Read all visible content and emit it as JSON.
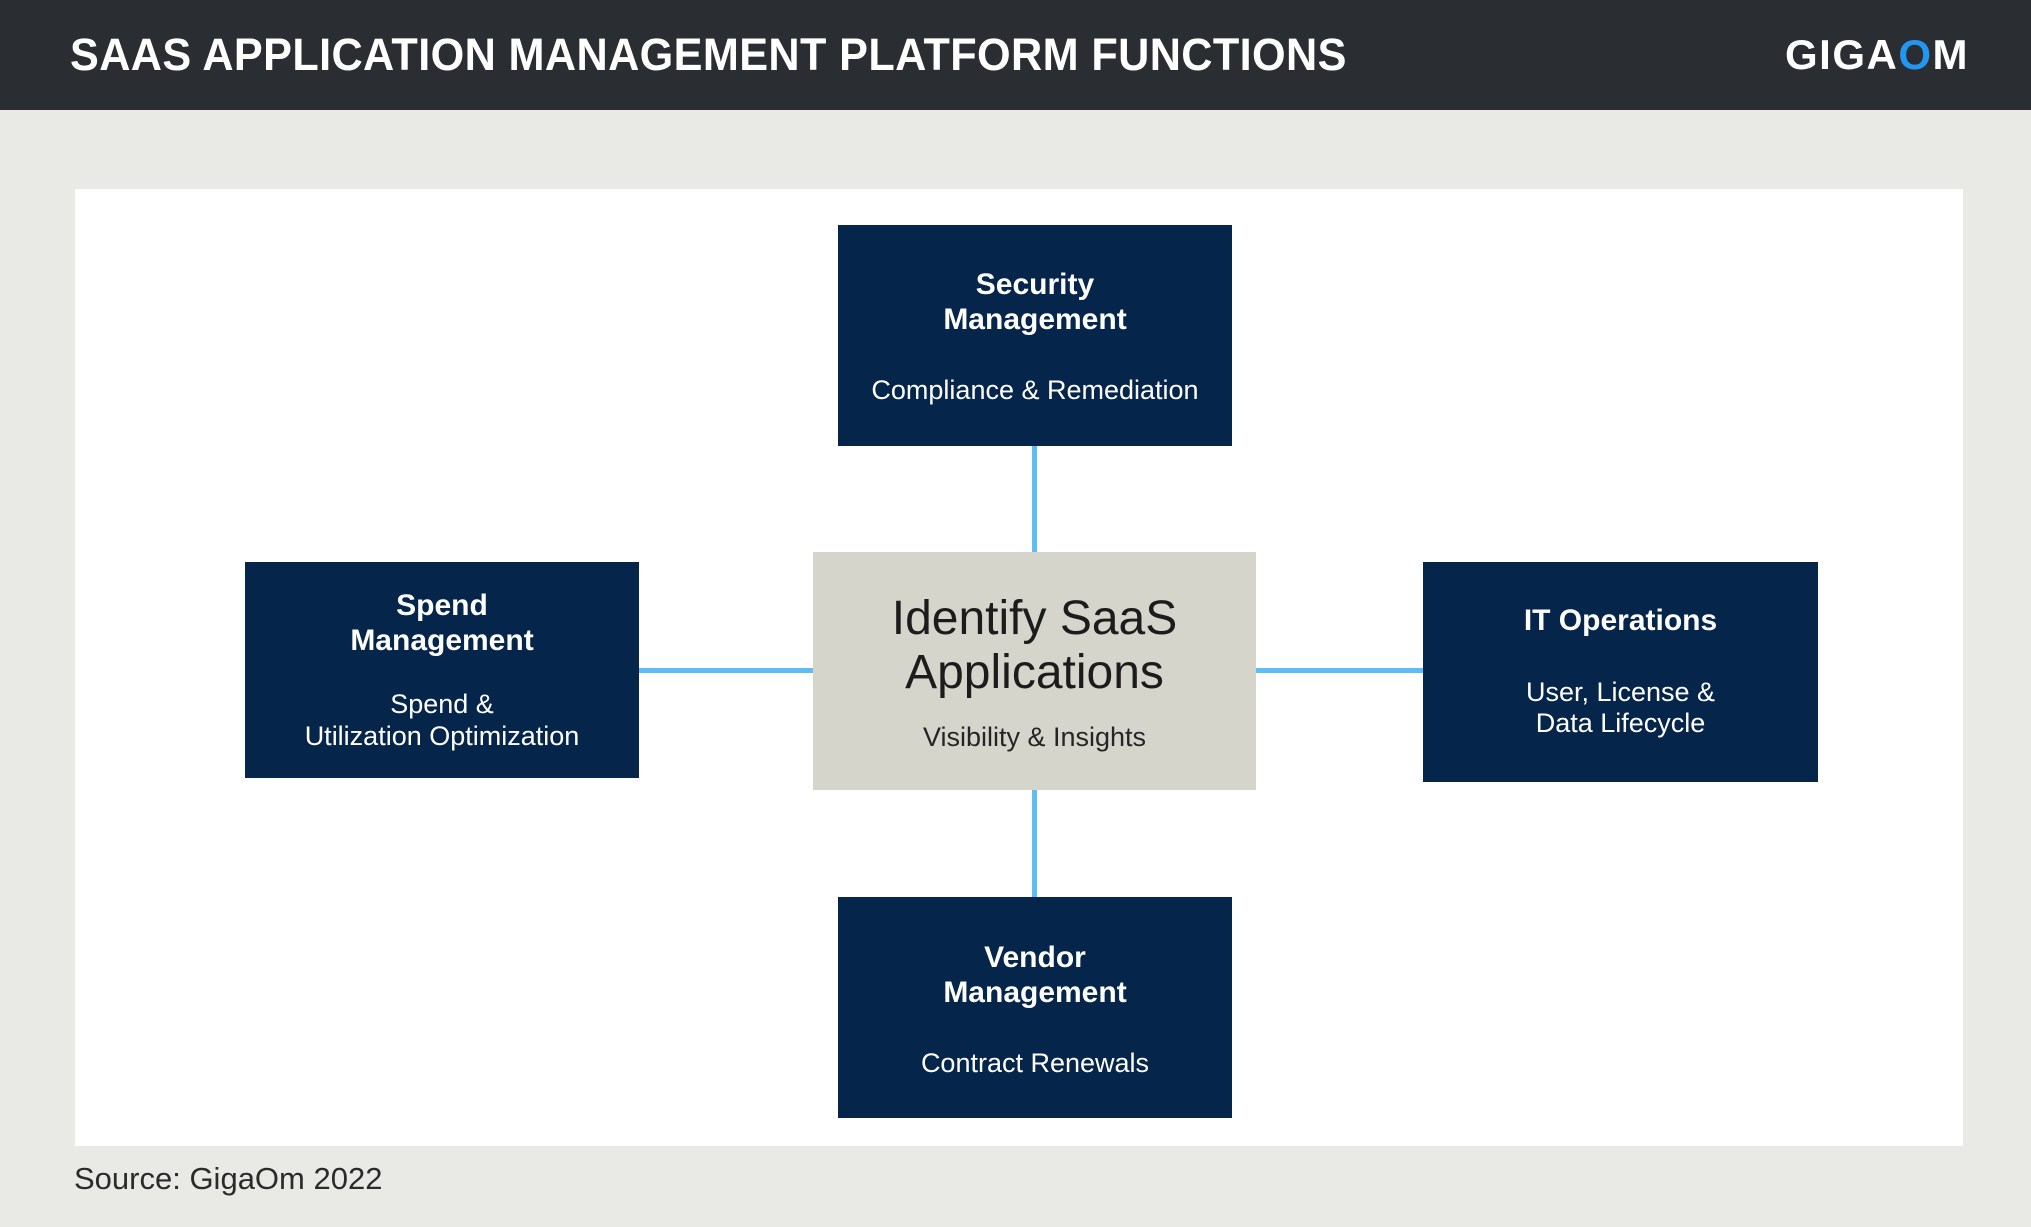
{
  "header": {
    "title": "SAAS APPLICATION MANAGEMENT PLATFORM FUNCTIONS",
    "logo": {
      "part1": "GIGA",
      "part2": "O",
      "part3": "M",
      "accent_color": "#2196f3"
    },
    "background_color": "#2a2d31"
  },
  "theme": {
    "page_background": "#e9eae5",
    "panel_background": "#ffffff",
    "node_navy": "#05254a",
    "node_center": "#d6d5cc",
    "connector_blue": "#5fbcf7",
    "node_text": "#ffffff",
    "center_text": "#1c1c1c"
  },
  "diagram": {
    "center": {
      "title": "Identify SaaS\nApplications",
      "subtitle": "Visibility & Insights"
    },
    "nodes": [
      {
        "id": "security-management",
        "position": "top",
        "title": "Security\nManagement",
        "subtitle": "Compliance & Remediation"
      },
      {
        "id": "spend-management",
        "position": "left",
        "title": "Spend\nManagement",
        "subtitle": "Spend &\nUtilization Optimization"
      },
      {
        "id": "it-operations",
        "position": "right",
        "title": "IT Operations",
        "subtitle": "User, License &\nData Lifecycle"
      },
      {
        "id": "vendor-management",
        "position": "bottom",
        "title": "Vendor\nManagement",
        "subtitle": "Contract Renewals"
      }
    ],
    "connectors": [
      {
        "id": "center-to-security",
        "orientation": "vertical"
      },
      {
        "id": "center-to-vendor",
        "orientation": "vertical"
      },
      {
        "id": "center-to-spend",
        "orientation": "horizontal"
      },
      {
        "id": "center-to-it-operations",
        "orientation": "horizontal"
      }
    ]
  },
  "footer": {
    "source": "Source: GigaOm 2022"
  }
}
